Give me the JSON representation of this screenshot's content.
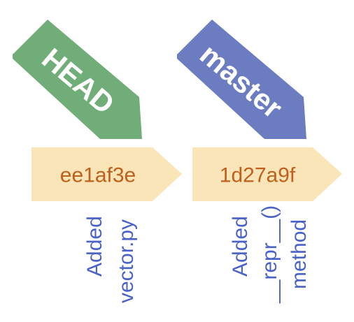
{
  "colors": {
    "head_pointer": "#70ad78",
    "master_pointer": "#6b7cc0",
    "commit_box": "#fae5b8",
    "commit_text": "#c0601c",
    "message_text": "#4a62c6"
  },
  "pointers": {
    "head": {
      "label": "HEAD"
    },
    "master": {
      "label": "master"
    }
  },
  "commits": [
    {
      "hash": "ee1af3e",
      "message_lines": [
        "Added",
        "vector.py"
      ]
    },
    {
      "hash": "1d27a9f",
      "message_lines": [
        "Added",
        "__repr__()",
        "method"
      ]
    }
  ]
}
